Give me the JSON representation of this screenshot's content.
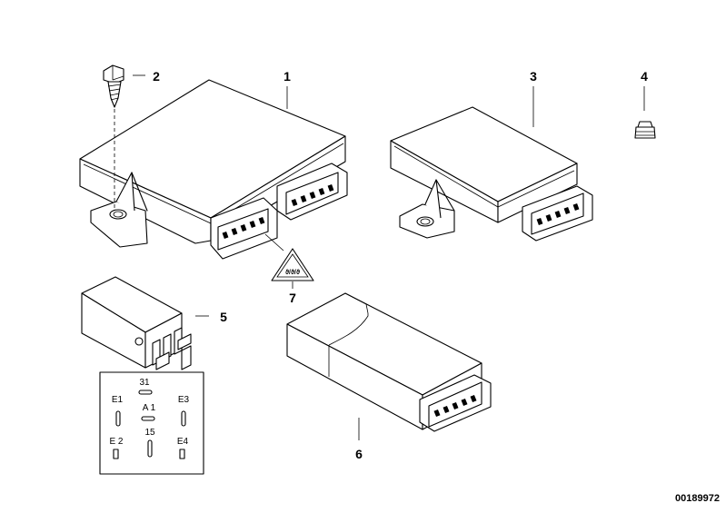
{
  "diagram": {
    "callouts": {
      "c1": "1",
      "c2": "2",
      "c3": "3",
      "c4": "4",
      "c5": "5",
      "c6": "6",
      "c7": "7"
    },
    "pin_labels": {
      "p31": "31",
      "e1": "E1",
      "a1": "A 1",
      "e3": "E3",
      "e2": "E 2",
      "p15": "15",
      "e4": "E4"
    },
    "warning_label": "ϑ/ϑ/ϑ",
    "document_id": "00189972"
  }
}
